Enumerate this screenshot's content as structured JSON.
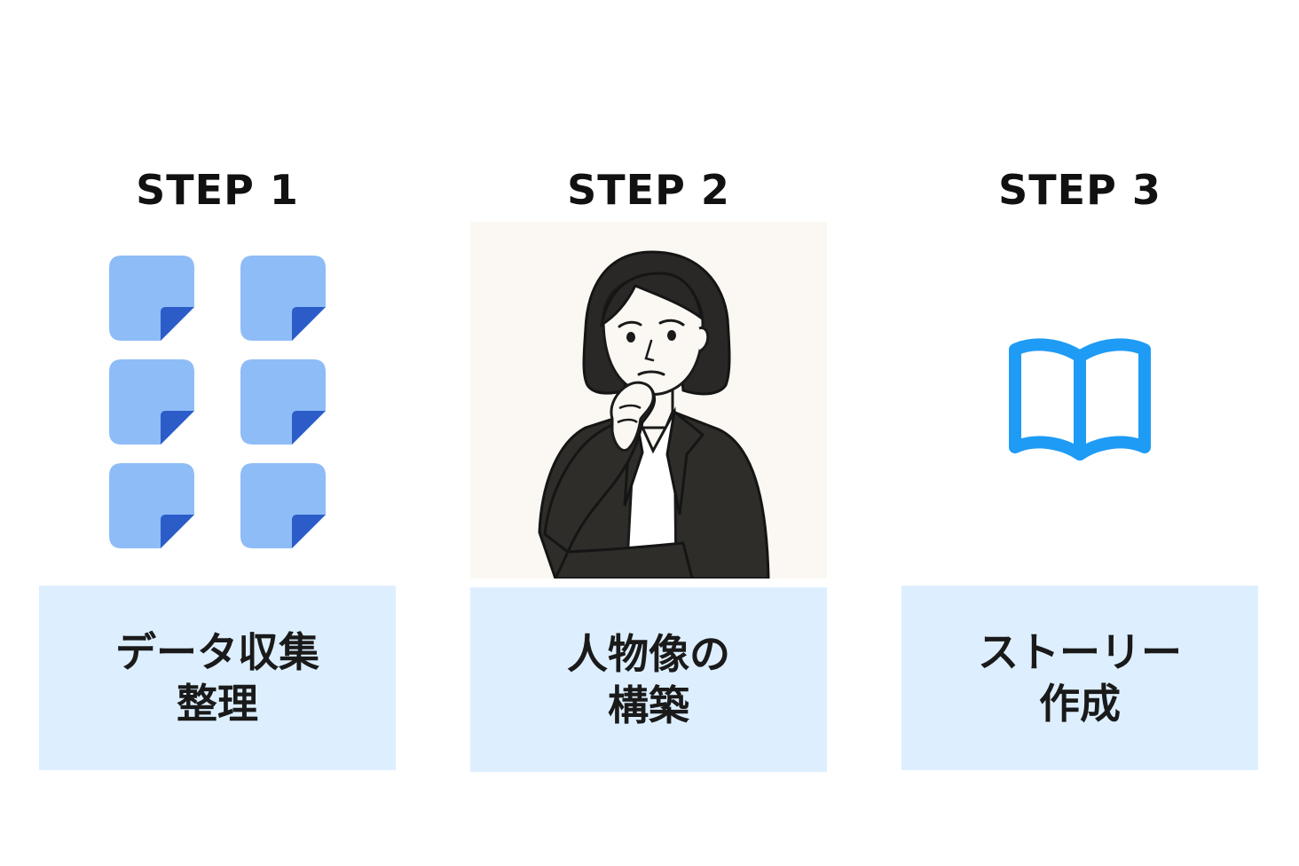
{
  "colors": {
    "note_fill": "#8ebcf7",
    "note_fold": "#2b5cc8",
    "book_stroke": "#1e9bf5",
    "label_bg": "#ddefff",
    "portrait_bg": "#fbf8f3",
    "jacket": "#2e2d29",
    "hair": "#2a2826"
  },
  "steps": [
    {
      "title": "STEP 1",
      "icon": "sticky-notes-icon",
      "label_lines": [
        "データ収集",
        "整理"
      ]
    },
    {
      "title": "STEP 2",
      "icon": "thinking-woman-illustration",
      "label_lines": [
        "人物像の",
        "構築"
      ]
    },
    {
      "title": "STEP 3",
      "icon": "open-book-icon",
      "label_lines": [
        "ストーリー",
        "作成"
      ]
    }
  ]
}
